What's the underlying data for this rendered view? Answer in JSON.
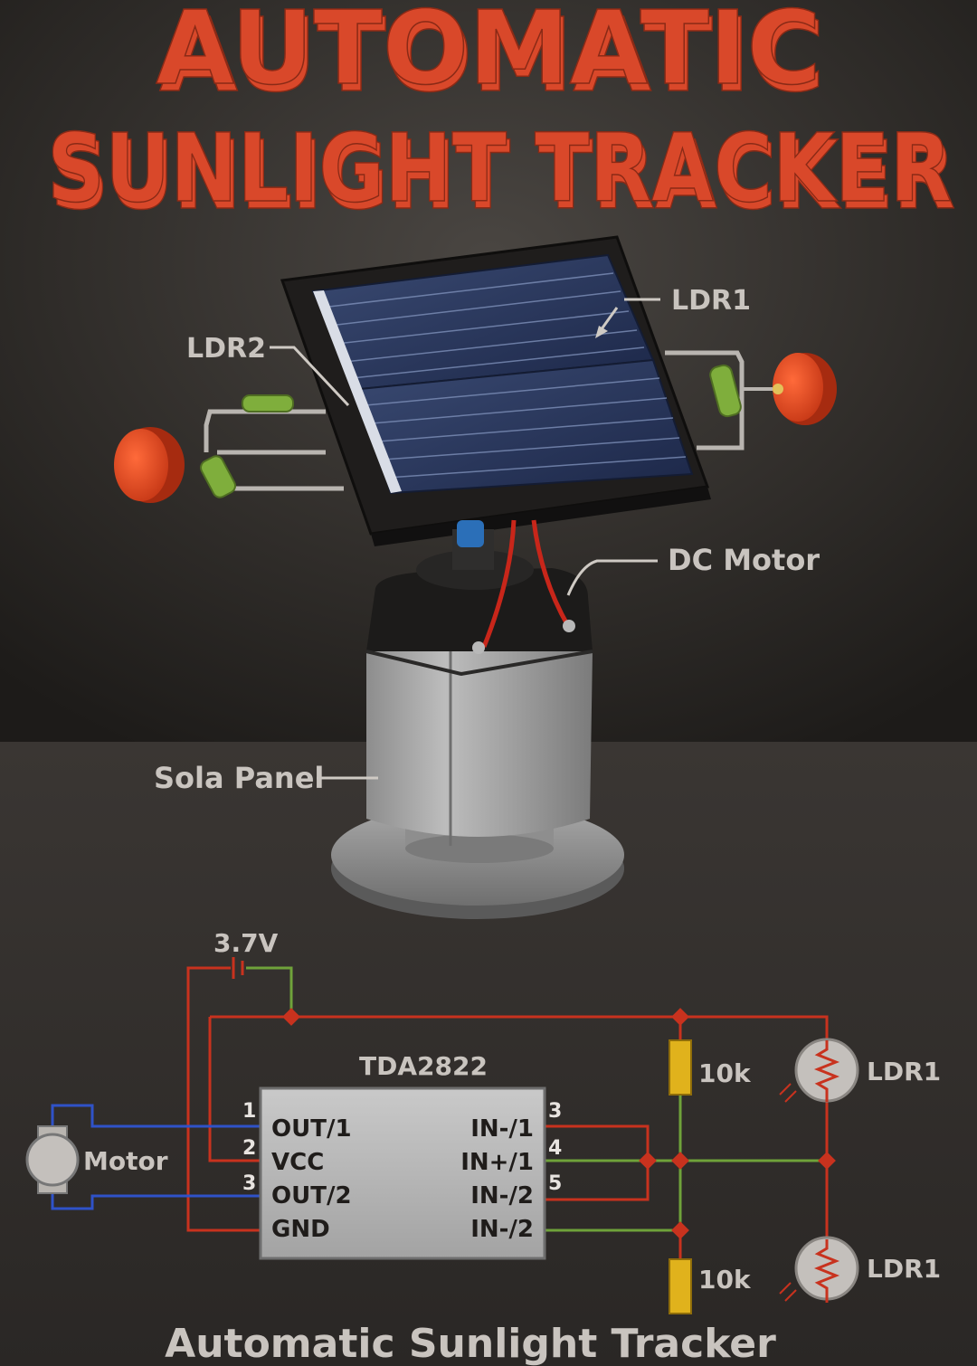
{
  "title": {
    "line1": "AUTOMATIC",
    "line2": "SUNLIGHT TRACKER"
  },
  "callouts": {
    "ldr1": "LDR1",
    "ldr2": "LDR2",
    "dc_motor": "DC Motor",
    "sola_panel": "Sola Panel"
  },
  "schematic": {
    "battery_label": "3.7V",
    "ic_name": "TDA2822",
    "left_pin_numbers": [
      "1",
      "2",
      "3"
    ],
    "left_pins": [
      "OUT/1",
      "VCC",
      "OUT/2",
      "GND"
    ],
    "right_pin_numbers": [
      "3",
      "4",
      "5"
    ],
    "right_pins": [
      "IN-/1",
      "IN+/1",
      "IN-/2",
      "IN-/2"
    ],
    "resistor_top": "10k",
    "resistor_bottom": "10k",
    "ldr_top": "LDR1",
    "ldr_bottom": "LDR1",
    "motor_label": "Motor"
  },
  "footer": {
    "caption": "Automatic Sunlight Tracker"
  },
  "colors": {
    "title": "#d9482a",
    "wire_red": "#c8321e",
    "wire_green": "#6fa23a",
    "wire_blue": "#2f52c8",
    "resistor": "#e0b21c"
  }
}
